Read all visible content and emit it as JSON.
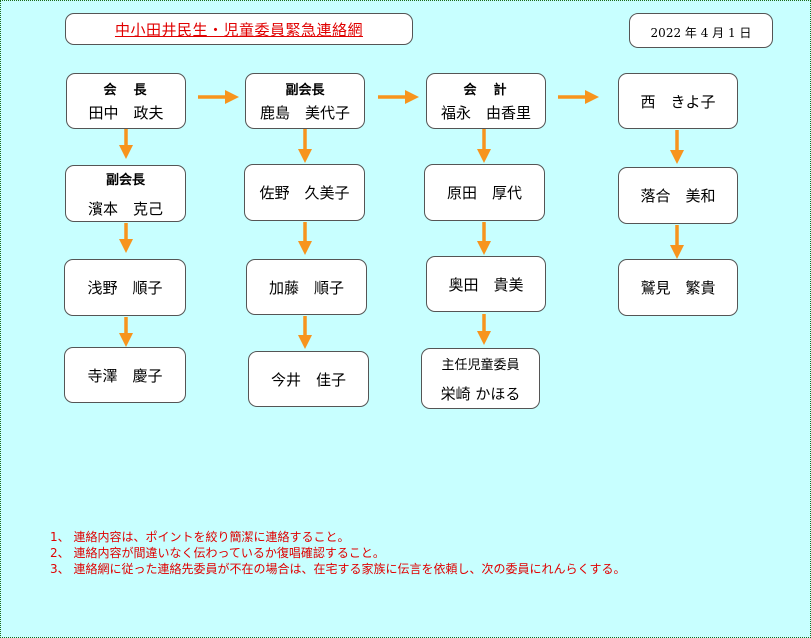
{
  "header": {
    "title": "中小田井民生・児童委員緊急連絡網",
    "date": "2022 年 4 月 1 日"
  },
  "columns": [
    {
      "nodes": [
        {
          "role": "会　長",
          "name": "田中　政夫"
        },
        {
          "role": "副会長",
          "name": "濱本　克己"
        },
        {
          "role": "",
          "name": "浅野　順子"
        },
        {
          "role": "",
          "name": "寺澤　慶子"
        }
      ]
    },
    {
      "nodes": [
        {
          "role": "副会長",
          "name": "鹿島　美代子"
        },
        {
          "role": "",
          "name": "佐野　久美子"
        },
        {
          "role": "",
          "name": "加藤　順子"
        },
        {
          "role": "",
          "name": "今井　佳子"
        }
      ]
    },
    {
      "nodes": [
        {
          "role": "会　計",
          "name": "福永　由香里"
        },
        {
          "role": "",
          "name": "原田　厚代"
        },
        {
          "role": "",
          "name": "奥田　貴美"
        },
        {
          "role": "主任児童委員",
          "name": "栄崎 かほる"
        }
      ]
    },
    {
      "nodes": [
        {
          "role": "",
          "name": "西　きよ子"
        },
        {
          "role": "",
          "name": "落合　美和"
        },
        {
          "role": "",
          "name": "鷲見　繁貴"
        }
      ]
    }
  ],
  "notes": [
    "1、 連絡内容は、ポイントを絞り簡潔に連絡すること。",
    "2、 連絡内容が間違いなく伝わっているか復唱確認すること。",
    "3、 連絡網に従った連絡先委員が不在の場合は、在宅する家族に伝言を依頼し、次の委員にれんらくする。"
  ],
  "colors": {
    "background": "#c8ffff",
    "arrow": "#f7941d",
    "title": "#e00000",
    "notes": "#e00000"
  }
}
